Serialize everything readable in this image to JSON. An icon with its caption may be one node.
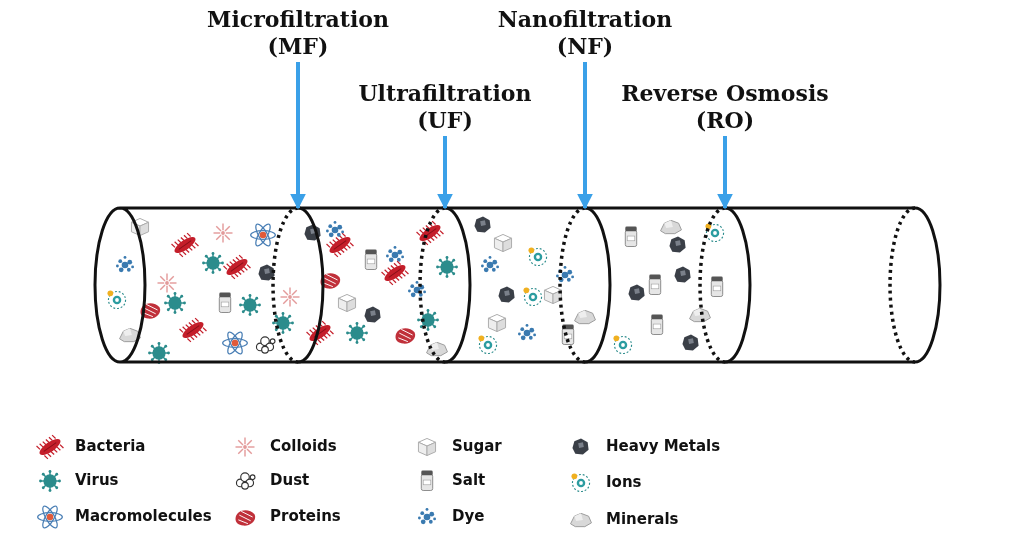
{
  "diagram": {
    "nodes": [
      {
        "text": [
          "Microfiltration (MF)"
        ]
      },
      {
        "text": [
          "Nanofiltration (NF)"
        ]
      },
      {
        "text": [
          "Ultrafiltration (UF)"
        ]
      },
      {
        "text": [
          "Reverse Osmosis (RO)"
        ]
      },
      {
        "text": [],
        "shape": "cylinder"
      },
      {
        "text": [],
        "shape": "ellipse",
        "in": 4
      },
      {
        "text": [],
        "shape": "ellipse",
        "in": 4
      },
      {
        "text": [],
        "shape": "ellipse",
        "in": 4
      },
      {
        "text": [],
        "shape": "ellipse",
        "in": 4
      }
    ],
    "edges": [
      {
        "from": 0,
        "to": 5,
        "arrow": "to"
      },
      {
        "from": 2,
        "to": 6,
        "arrow": "to"
      },
      {
        "from": 1,
        "to": 7,
        "arrow": "to"
      },
      {
        "from": 3,
        "to": 8,
        "arrow": "to"
      }
    ],
    "legend": [
      {
        "text": "Bacteria"
      },
      {
        "text": "Virus"
      },
      {
        "text": "Macromolecules"
      },
      {
        "text": "Colloids"
      },
      {
        "text": "Dust"
      },
      {
        "text": "Proteins"
      },
      {
        "text": "Sugar"
      },
      {
        "text": "Salt"
      },
      {
        "text": "Dye"
      },
      {
        "text": "Heavy Metals"
      },
      {
        "text": "Ions"
      },
      {
        "text": "Minerals"
      }
    ]
  }
}
